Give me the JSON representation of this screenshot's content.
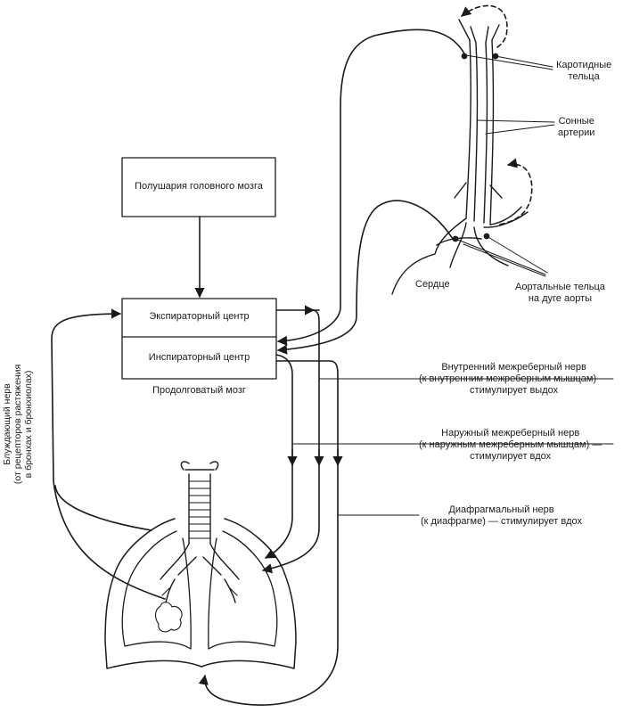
{
  "boxes": {
    "cerebral_hemispheres": "Полушария головного мозга",
    "expiratory_center": "Экспираторный центр",
    "inspiratory_center": "Инспираторный центр",
    "medulla": "Продолговатый мозг"
  },
  "labels": {
    "carotid_bodies": [
      "Каротидные",
      "тельца"
    ],
    "carotid_arteries": [
      "Сонные",
      "артерии"
    ],
    "heart": "Сердце",
    "aortic_bodies": [
      "Аортальные тельца",
      "на дуге аорты"
    ],
    "internal_intercostal": [
      "Внутренний межреберный нерв",
      "(к внутренним межреберным мышцам) —",
      "стимулирует выдох"
    ],
    "external_intercostal": [
      "Наружный межреберный нерв",
      "(к наружным межреберным мышцам) —",
      "стимулирует вдох"
    ],
    "phrenic": [
      "Диафрагмальный нерв",
      "(к диафрагме) — стимулирует вдох"
    ],
    "vagus": [
      "Блуждающий нерв",
      "(от рецепторов растяжения",
      "в бронхах и бронхиолах)"
    ]
  }
}
